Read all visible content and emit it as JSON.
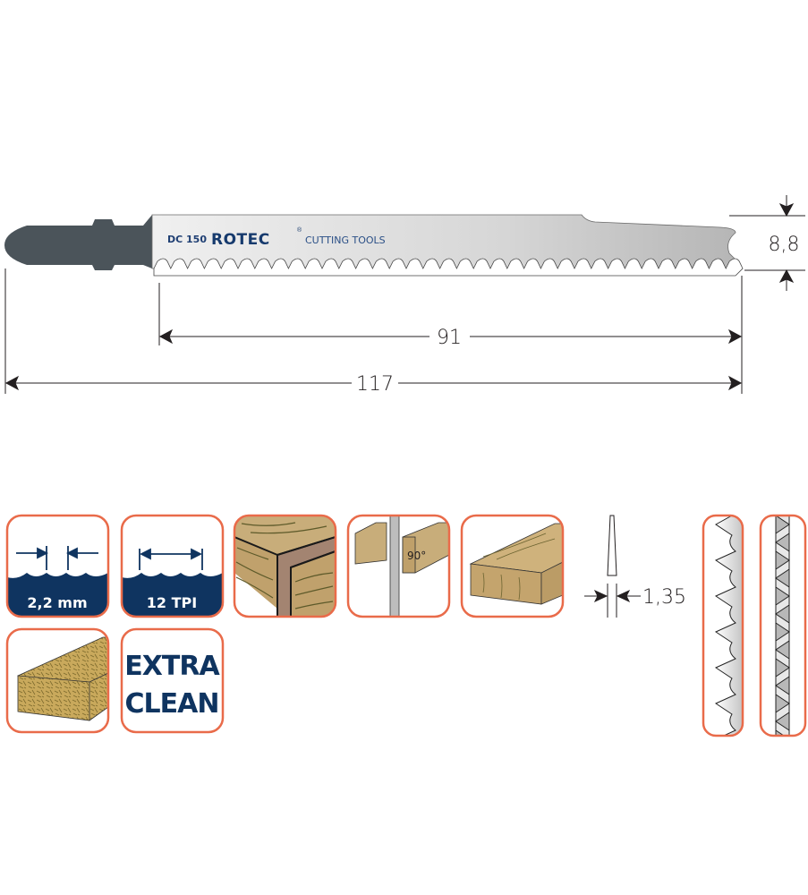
{
  "blade": {
    "model": "DC 150",
    "brand": "ROTEC",
    "registered": "®",
    "tagline": "CUTTING TOOLS"
  },
  "dimensions": {
    "blade_height": "8,8",
    "cutting_length": "91",
    "total_length": "117",
    "thickness": "1,35"
  },
  "icons": {
    "tooth_pitch": "2,2 mm",
    "teeth_per_inch": "12 TPI",
    "angle": "90°",
    "finish_line1": "EXTRA",
    "finish_line2": "CLEAN"
  },
  "colors": {
    "icon_border": "#e96b4a",
    "navy": "#0f3460",
    "shank": "#4b545a",
    "blade_light": "#ececec",
    "blade_dark": "#b8b8b8",
    "wood": "#c9aa72",
    "wood_grain": "#5d5a2a"
  }
}
